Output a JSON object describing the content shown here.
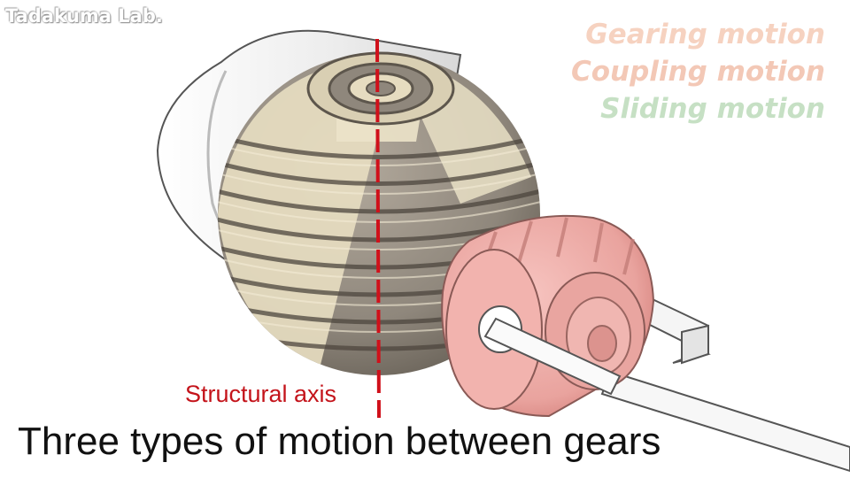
{
  "watermark": "Tadakuma Lab.",
  "legend": {
    "items": [
      {
        "label": "Gearing motion",
        "color": "#f6d2c0"
      },
      {
        "label": "Coupling motion",
        "color": "#f3c8b6"
      },
      {
        "label": "Sliding motion",
        "color": "#c6e0c4"
      }
    ]
  },
  "axis_label": "Structural axis",
  "caption": "Three types of motion between gears",
  "colors": {
    "axis_line": "#d0101a",
    "sphere_gear_dark": "#8f877c",
    "sphere_gear_light": "#e9dfc4",
    "pinion_gear": "#eda7a3",
    "housing": "#f2f2f2",
    "shaft": "#f7f7f7"
  }
}
